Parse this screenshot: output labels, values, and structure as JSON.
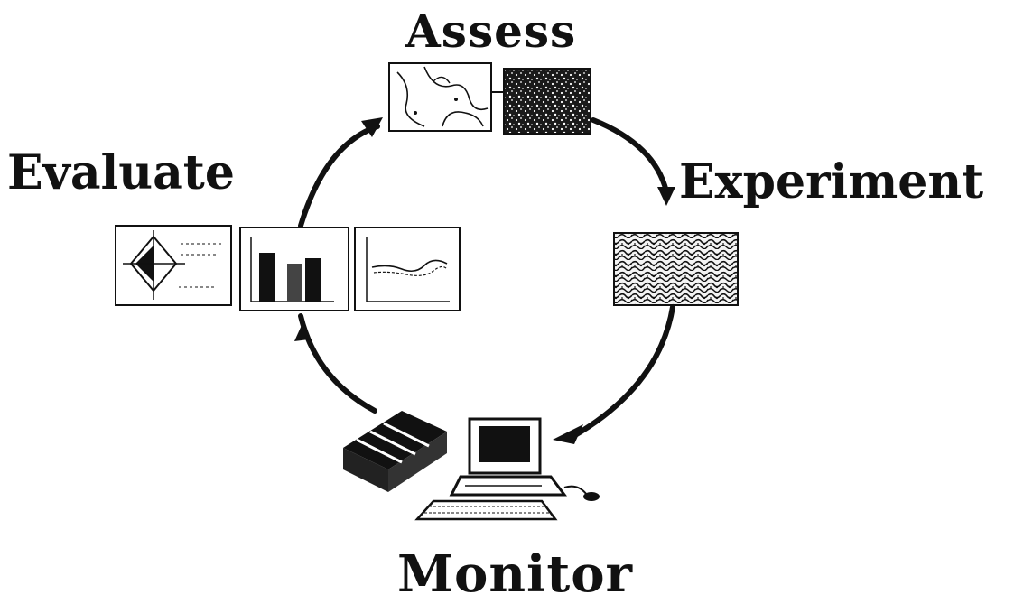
{
  "diagram": {
    "stages": [
      {
        "id": "assess",
        "label": "Assess"
      },
      {
        "id": "experiment",
        "label": "Experiment"
      },
      {
        "id": "monitor",
        "label": "Monitor"
      },
      {
        "id": "evaluate",
        "label": "Evaluate"
      }
    ],
    "cycle_direction": "clockwise",
    "colors": {
      "ink": "#111111",
      "background": "#ffffff"
    }
  }
}
